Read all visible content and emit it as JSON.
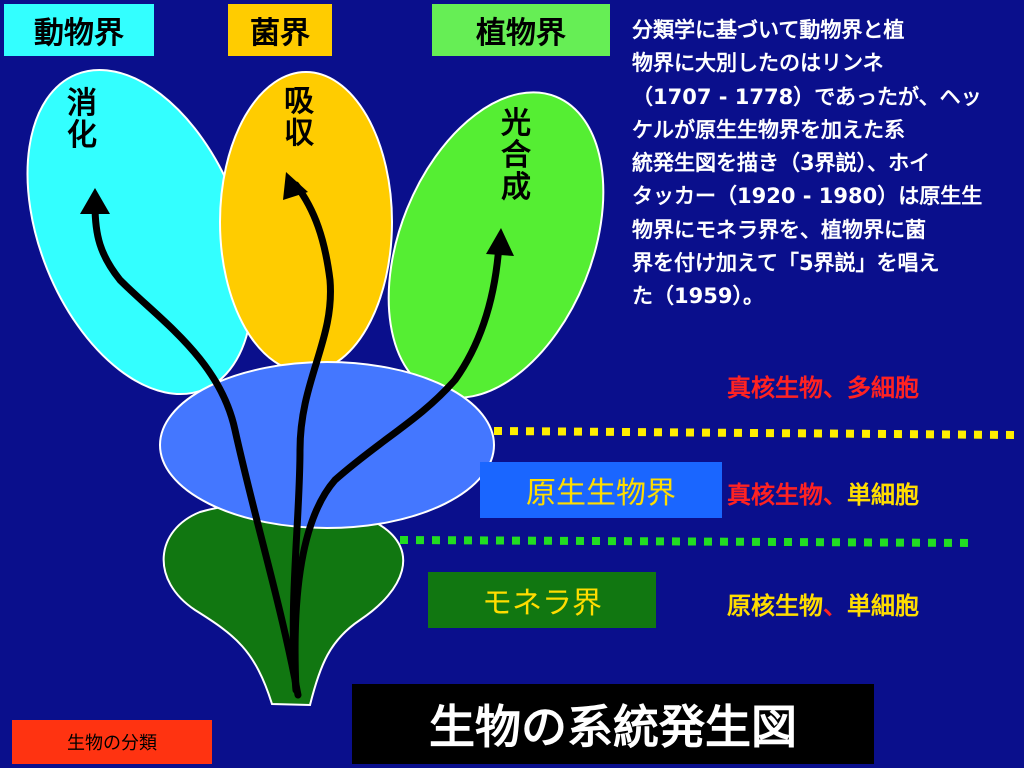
{
  "kingdoms": {
    "animal": "動物界",
    "fungi": "菌界",
    "plant": "植物界",
    "protist": "原生生物界",
    "monera": "モネラ界"
  },
  "nutrition": {
    "animal": "消化",
    "fungi": "吸収",
    "plant": "光合成"
  },
  "description": {
    "lines": [
      "分類学に基づいて動物界と植",
      "物界に大別したのはリンネ",
      "（1707 - 1778）であったが、ヘッ",
      "ケルが原生生物界を加えた系",
      "統発生図を描き（3界説）、ホイ",
      "タッカー（1920 - 1980）は原生生",
      "物界にモネラ界を、植物界に菌",
      "界を付け加えて「5界説」を唱え",
      "た（1959）。"
    ]
  },
  "cell_types": {
    "eukaryote": "真核生物",
    "prokaryote": "原核生物",
    "separator": "、",
    "multicellular": "多細胞",
    "unicellular": "単細胞"
  },
  "title": "生物の系統発生図",
  "tag": "生物の分類",
  "colors": {
    "background": "#0a0f8c",
    "animal": "#33ffff",
    "fungi": "#ffcc00",
    "plant": "#66ee55",
    "protist": "#4477ff",
    "monera": "#117711",
    "dotted_line": "#ffee00"
  }
}
